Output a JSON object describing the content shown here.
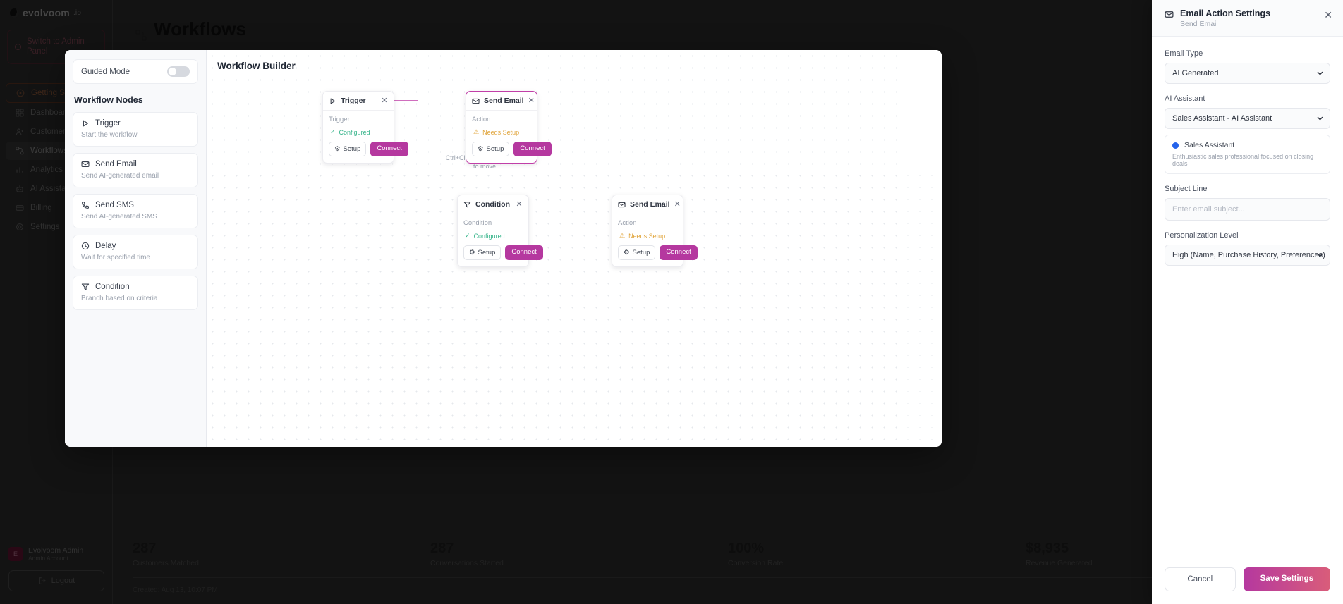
{
  "background": {
    "brand": {
      "name": "evolvoom",
      "suffix": ".io",
      "icon": "brand-dot-icon"
    },
    "admin_switch": {
      "label": "Switch to Admin Panel",
      "icon": "ring-icon"
    },
    "nav": [
      {
        "label": "Getting Started",
        "icon": "play-circle-icon",
        "state": "active-orange"
      },
      {
        "label": "Dashboard",
        "icon": "grid-icon",
        "state": "normal"
      },
      {
        "label": "Customers",
        "icon": "users-icon",
        "state": "normal"
      },
      {
        "label": "Workflows",
        "icon": "workflow-icon",
        "state": "active-soft"
      },
      {
        "label": "Analytics",
        "icon": "bar-chart-icon",
        "state": "normal"
      },
      {
        "label": "AI Assistant",
        "icon": "robot-icon",
        "state": "normal"
      },
      {
        "label": "Billing",
        "icon": "credit-card-icon",
        "state": "normal"
      },
      {
        "label": "Settings",
        "icon": "gear-icon",
        "state": "normal"
      }
    ],
    "user": {
      "initial": "E",
      "name": "Evolvoom Admin",
      "role": "Admin Account"
    },
    "logout": {
      "label": "Logout",
      "icon": "logout-icon"
    },
    "page_title": "Workflows",
    "stats": [
      {
        "value": "287",
        "label": "Customers Matched"
      },
      {
        "value": "287",
        "label": "Conversations Started"
      },
      {
        "value": "100%",
        "label": "Conversion Rate"
      },
      {
        "value": "$8,935",
        "label": "Revenue Generated"
      }
    ],
    "created": "Created: Aug 13, 10:07 PM"
  },
  "builder": {
    "guided_mode": {
      "label": "Guided Mode",
      "enabled": false
    },
    "nodes_title": "Workflow Nodes",
    "palette": [
      {
        "label": "Trigger",
        "desc": "Start the workflow",
        "icon": "play-icon"
      },
      {
        "label": "Send Email",
        "desc": "Send AI-generated email",
        "icon": "mail-icon"
      },
      {
        "label": "Send SMS",
        "desc": "Send AI-generated SMS",
        "icon": "phone-icon"
      },
      {
        "label": "Delay",
        "desc": "Wait for specified time",
        "icon": "clock-icon"
      },
      {
        "label": "Condition",
        "desc": "Branch based on criteria",
        "icon": "filter-icon"
      }
    ],
    "canvas_title": "Workflow Builder",
    "hint": "Ctrl+Click to connect • Drag to move",
    "flow_nodes": [
      {
        "id": "trigger",
        "title": "Trigger",
        "icon": "play-icon",
        "kind": "Trigger",
        "status": "Configured",
        "status_type": "ok",
        "status_icon": "check-icon",
        "setup_label": "Setup",
        "setup_icon": "gear-icon",
        "connect_label": "Connect",
        "close_icon": "close-icon",
        "selected": false
      },
      {
        "id": "send-email-1",
        "title": "Send Email",
        "icon": "mail-icon",
        "kind": "Action",
        "status": "Needs Setup",
        "status_type": "warn",
        "status_icon": "warning-icon",
        "setup_label": "Setup",
        "setup_icon": "gear-icon",
        "connect_label": "Connect",
        "close_icon": "close-icon",
        "selected": true
      },
      {
        "id": "condition",
        "title": "Condition",
        "icon": "filter-icon",
        "kind": "Condition",
        "status": "Configured",
        "status_type": "ok",
        "status_icon": "check-icon",
        "setup_label": "Setup",
        "setup_icon": "gear-icon",
        "connect_label": "Connect",
        "close_icon": "close-icon",
        "selected": false
      },
      {
        "id": "send-email-2",
        "title": "Send Email",
        "icon": "mail-icon",
        "kind": "Action",
        "status": "Needs Setup",
        "status_type": "warn",
        "status_icon": "warning-icon",
        "setup_label": "Setup",
        "setup_icon": "gear-icon",
        "connect_label": "Connect",
        "close_icon": "close-icon",
        "selected": false
      }
    ]
  },
  "settings_panel": {
    "title": "Email Action Settings",
    "subtitle": "Send Email",
    "header_icon": "mail-icon",
    "close_icon": "close-icon",
    "email_type": {
      "label": "Email Type",
      "value": "AI Generated"
    },
    "ai_assistant": {
      "label": "AI Assistant",
      "value": "Sales Assistant - AI Assistant",
      "card_name": "Sales Assistant",
      "card_desc": "Enthusiastic sales professional focused on closing deals",
      "dot_color": "#2563eb"
    },
    "subject_line": {
      "label": "Subject Line",
      "value": "",
      "placeholder": "Enter email subject..."
    },
    "personalization": {
      "label": "Personalization Level",
      "value": "High (Name, Purchase History, Preferences)"
    },
    "cancel_label": "Cancel",
    "save_label": "Save Settings"
  },
  "colors": {
    "accent_magenta": "#b5389f",
    "accent_pink": "#d95d7a",
    "status_ok": "#35b48a",
    "status_warn": "#e0a43a",
    "assistant_blue": "#2563eb"
  }
}
